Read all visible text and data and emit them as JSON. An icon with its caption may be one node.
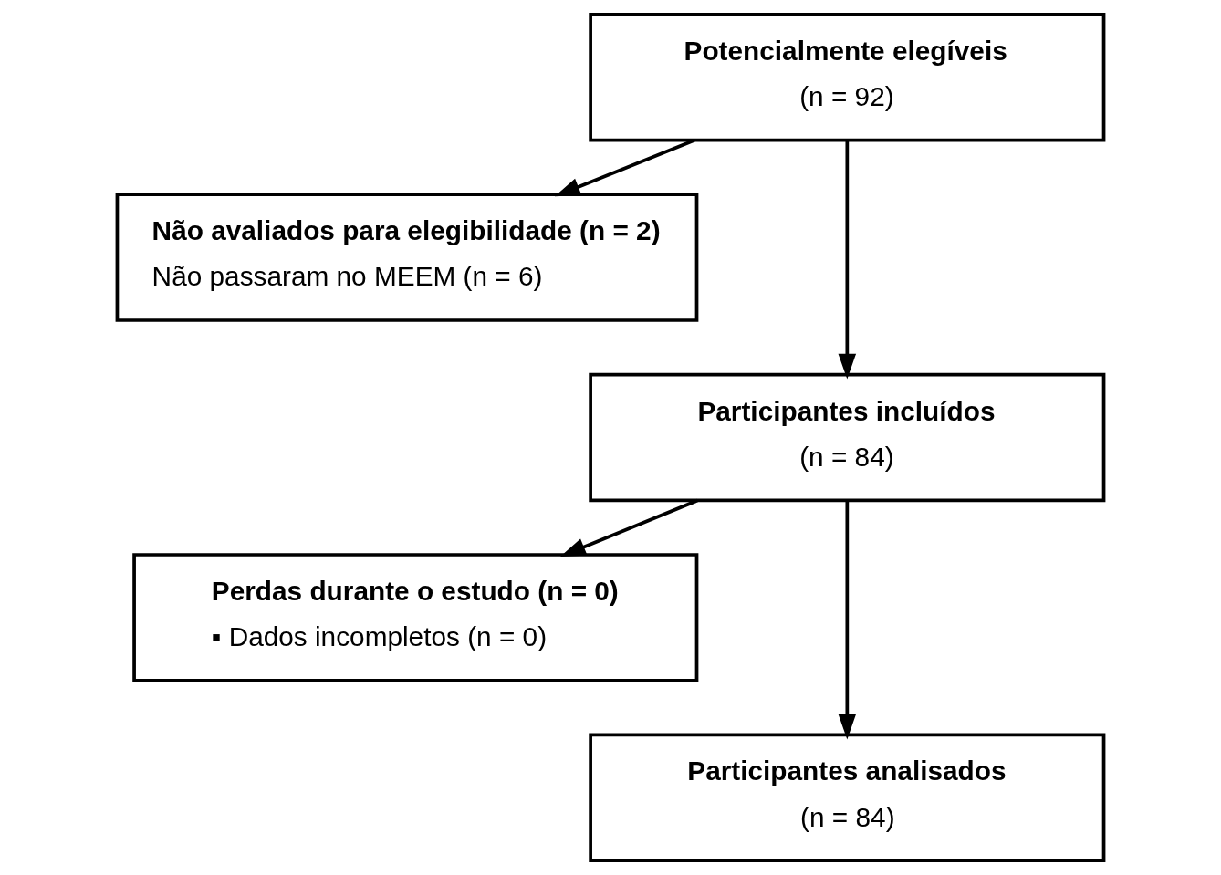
{
  "diagram": {
    "nodes": [
      {
        "text": [
          "Potencialmente elegíveis",
          "(n = 92)"
        ]
      },
      {
        "text": [
          "Não avaliados para elegibilidade (n = 2)",
          "Não passaram no MEEM (n = 6)"
        ]
      },
      {
        "text": [
          "Participantes incluídos",
          "(n = 84)"
        ]
      },
      {
        "text": [
          "Perdas durante o estudo (n = 0)",
          "▪ Dados incompletos (n = 0)"
        ]
      },
      {
        "text": [
          "Participantes analisados",
          "(n = 84)"
        ]
      }
    ],
    "edges": [
      {
        "from": 0,
        "to": 2,
        "arrow": "to"
      },
      {
        "from": 0,
        "to": 1,
        "arrow": "to"
      },
      {
        "from": 2,
        "to": 4,
        "arrow": "to"
      },
      {
        "from": 2,
        "to": 3,
        "arrow": "to"
      }
    ]
  }
}
